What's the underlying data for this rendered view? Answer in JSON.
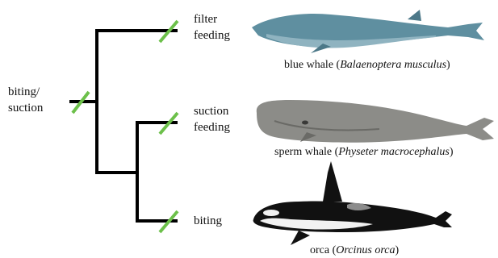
{
  "tree": {
    "root_label_line1": "biting/",
    "root_label_line2": "suction",
    "leaves": [
      {
        "line1": "filter",
        "line2": "feeding"
      },
      {
        "line1": "suction",
        "line2": "feeding"
      },
      {
        "line1": "biting",
        "line2": ""
      }
    ],
    "branch_color": "#000000",
    "marker_color": "#6cc04a"
  },
  "species": [
    {
      "common": "blue whale",
      "scientific": "Balaenoptera musculus",
      "icon": "blue-whale-illustration",
      "color": "#5f8fa0"
    },
    {
      "common": "sperm whale",
      "scientific": "Physeter macrocephalus",
      "icon": "sperm-whale-illustration",
      "color": "#8c8c88"
    },
    {
      "common": "orca",
      "scientific": "Orcinus orca",
      "icon": "orca-illustration",
      "color": "#111111"
    }
  ]
}
